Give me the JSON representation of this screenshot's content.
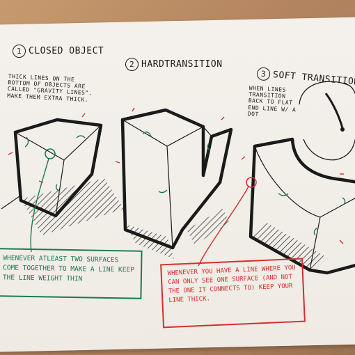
{
  "titles": {
    "t1": {
      "num": "1",
      "text": "CLOSED OBJECT"
    },
    "t2": {
      "num": "2",
      "text": "HARDTRANSITION"
    },
    "t3": {
      "num": "3",
      "text": "SOFT TRANSITION"
    }
  },
  "notes": {
    "gravity": "THICK LINES ON THE BOTTOM OF OBJECTS ARE CALLED \"GRAVITY LINES\". MAKE THEM EXTRA THICK.",
    "transition": "WHEN LINES TRANSITION BACK TO FLAT END LINE W/ A DOT"
  },
  "boxes": {
    "green": "WHENEVER ATLEAST TWO SURFACES COME TOGETHER TO MAKE A LINE KEEP THE LINE WEIGHT THIN",
    "red": "WHENEVER YOU HAVE A LINE WHERE YOU CAN ONLY SEE ONE SURFACE (AND NOT THE ONE IT CONNECTS TO) KEEP YOUR LINE THICK."
  },
  "colors": {
    "ink": "#1a1a1a",
    "green": "#1d7a4c",
    "red": "#d13030",
    "paper": "#f1eee8"
  }
}
